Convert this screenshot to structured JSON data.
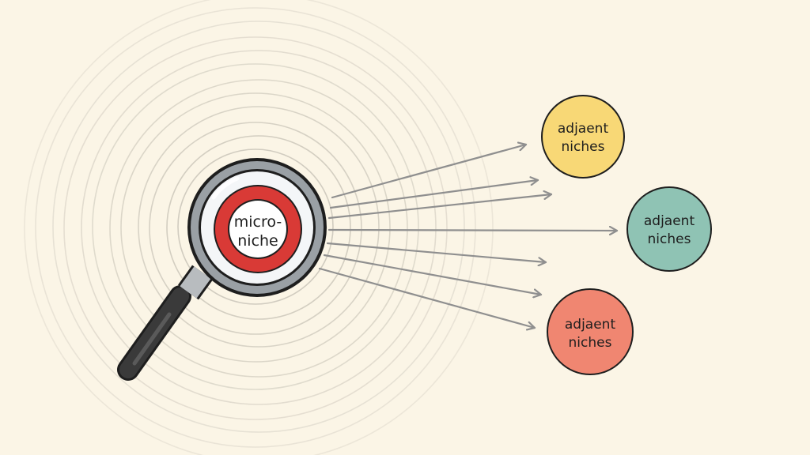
{
  "lens": {
    "line1": "micro-",
    "line2": "niche"
  },
  "niches": [
    {
      "line1": "adjaent",
      "line2": "niches",
      "color": "#f8d876"
    },
    {
      "line1": "adjaent",
      "line2": "niches",
      "color": "#8fc3b4"
    },
    {
      "line1": "adjaent",
      "line2": "niches",
      "color": "#f08671"
    }
  ],
  "colors": {
    "background": "#fbf5e6",
    "ripple": "#c9c4b8",
    "arrow": "#8f8f8f",
    "outline": "#1e1e1e",
    "lens_ring": "#9aa0a5",
    "target_red": "#d93a36",
    "handle": "#3a3a3a"
  },
  "icons": [
    "magnifying-glass-icon",
    "arrow-icon"
  ]
}
